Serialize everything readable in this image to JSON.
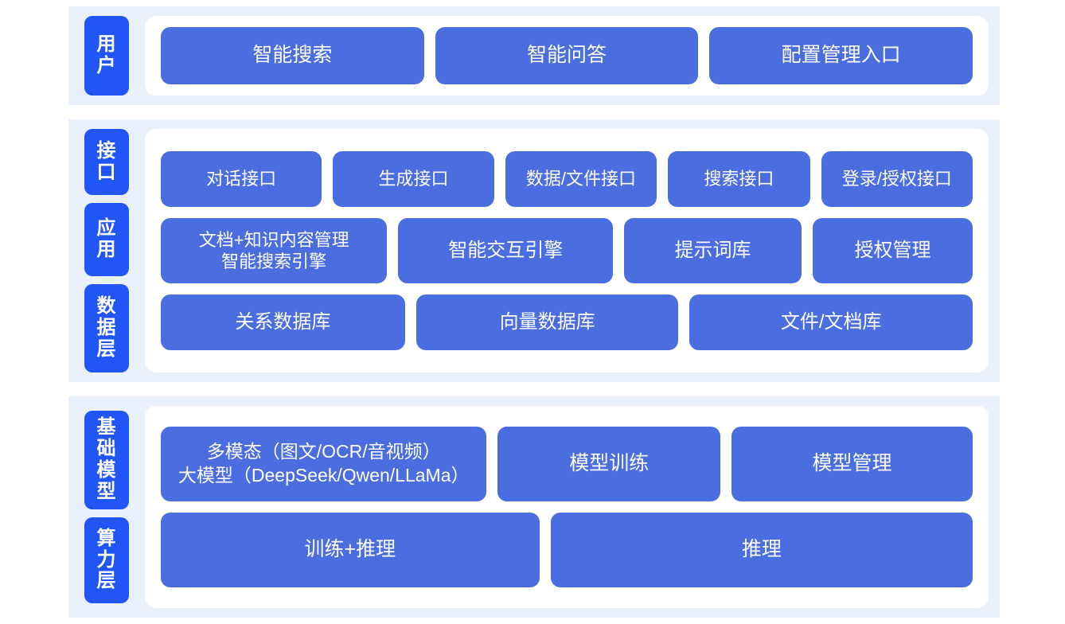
{
  "theme": {
    "page_background": "#ffffff",
    "band_background": "#eaf0fa",
    "card_background": "#ffffff",
    "tab_color": "#2255f5",
    "box_color": "#4a6ee0",
    "text_color": "#ffffff"
  },
  "bands": [
    {
      "id": "user",
      "tabs": [
        {
          "label": "用户"
        }
      ],
      "rows": [
        {
          "id": "user-entries",
          "boxes": [
            {
              "label": "智能搜索",
              "flex": 1
            },
            {
              "label": "智能问答",
              "flex": 1
            },
            {
              "label": "配置管理入口",
              "flex": 1
            }
          ]
        }
      ]
    },
    {
      "id": "middle",
      "tabs": [
        {
          "label": "接口"
        },
        {
          "label": "应用"
        },
        {
          "label": "数据层"
        }
      ],
      "rows": [
        {
          "id": "interface",
          "boxes": [
            {
              "label": "对话接口",
              "flex": 1.07
            },
            {
              "label": "生成接口",
              "flex": 1.07
            },
            {
              "label": "数据/文件接口",
              "flex": 1.0
            },
            {
              "label": "搜索接口",
              "flex": 0.93
            },
            {
              "label": "登录/授权接口",
              "flex": 1.0
            }
          ]
        },
        {
          "id": "application",
          "boxes": [
            {
              "label": "文档+知识内容管理\n智能搜索引擎",
              "flex": 1.46
            },
            {
              "label": "智能交互引擎",
              "flex": 1.38
            },
            {
              "label": "提示词库",
              "flex": 1.12
            },
            {
              "label": "授权管理",
              "flex": 1.0
            }
          ]
        },
        {
          "id": "data",
          "boxes": [
            {
              "label": "关系数据库",
              "flex": 1.0
            },
            {
              "label": "向量数据库",
              "flex": 1.08
            },
            {
              "label": "文件/文档库",
              "flex": 1.17
            }
          ]
        }
      ]
    },
    {
      "id": "bottom",
      "tabs": [
        {
          "label": "基础模型"
        },
        {
          "label": "算力层"
        }
      ],
      "rows": [
        {
          "id": "foundation-model",
          "boxes": [
            {
              "label": "多模态（图文/OCR/音视频）\n大模型（DeepSeek/Qwen/LLaMa）",
              "flex": 1.5
            },
            {
              "label": "模型训练",
              "flex": 1.0
            },
            {
              "label": "模型管理",
              "flex": 1.09
            }
          ]
        },
        {
          "id": "compute",
          "boxes": [
            {
              "label": "训练+推理",
              "flex": 1.0
            },
            {
              "label": "推理",
              "flex": 1.12
            }
          ]
        }
      ]
    }
  ]
}
